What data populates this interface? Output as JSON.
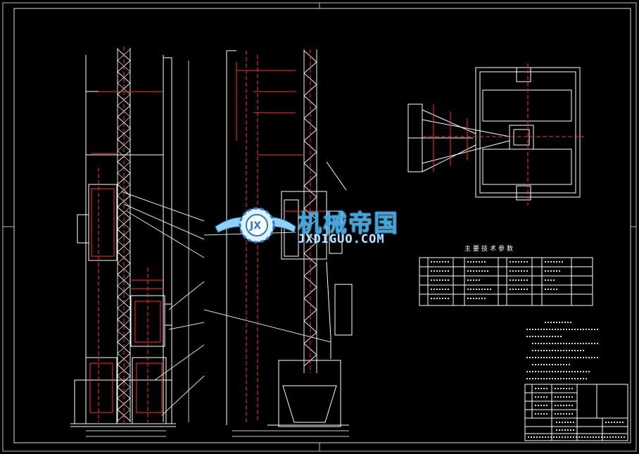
{
  "watermark": {
    "title_cn": "机械帝国",
    "site": "JXDIGUO.COM",
    "badge": "JX"
  },
  "spec_table": {
    "title": "主要技术参数"
  },
  "colors": {
    "background": "#000000",
    "line_white": "#ffffff",
    "line_red": "#ff3030",
    "frame_gray": "#bbbbbb",
    "watermark_blue": "#3aa8e8"
  }
}
